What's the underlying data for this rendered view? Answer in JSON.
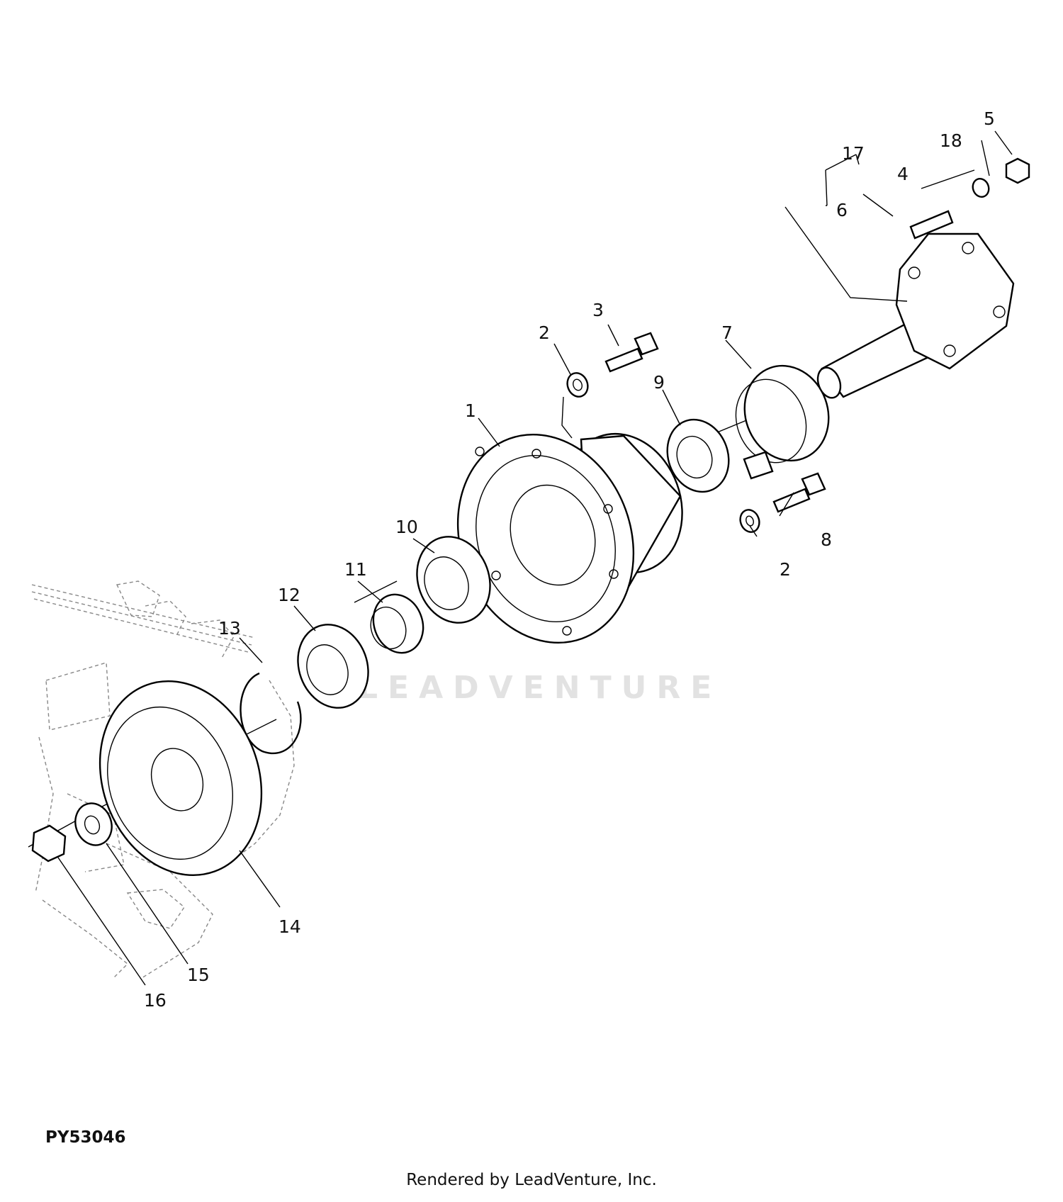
{
  "figure": {
    "id": "PY53046",
    "footer": "Rendered by LeadVenture, Inc.",
    "watermark": "LEADVENTURE"
  },
  "callouts": [
    {
      "key": "c1",
      "text": "1"
    },
    {
      "key": "c2a",
      "text": "2"
    },
    {
      "key": "c2b",
      "text": "2"
    },
    {
      "key": "c3",
      "text": "3"
    },
    {
      "key": "c4",
      "text": "4"
    },
    {
      "key": "c5",
      "text": "5"
    },
    {
      "key": "c6",
      "text": "6"
    },
    {
      "key": "c7",
      "text": "7"
    },
    {
      "key": "c8",
      "text": "8"
    },
    {
      "key": "c9",
      "text": "9"
    },
    {
      "key": "c10",
      "text": "10"
    },
    {
      "key": "c11",
      "text": "11"
    },
    {
      "key": "c12",
      "text": "12"
    },
    {
      "key": "c13",
      "text": "13"
    },
    {
      "key": "c14",
      "text": "14"
    },
    {
      "key": "c15",
      "text": "15"
    },
    {
      "key": "c16",
      "text": "16"
    },
    {
      "key": "c17",
      "text": "17"
    },
    {
      "key": "c18",
      "text": "18"
    }
  ]
}
